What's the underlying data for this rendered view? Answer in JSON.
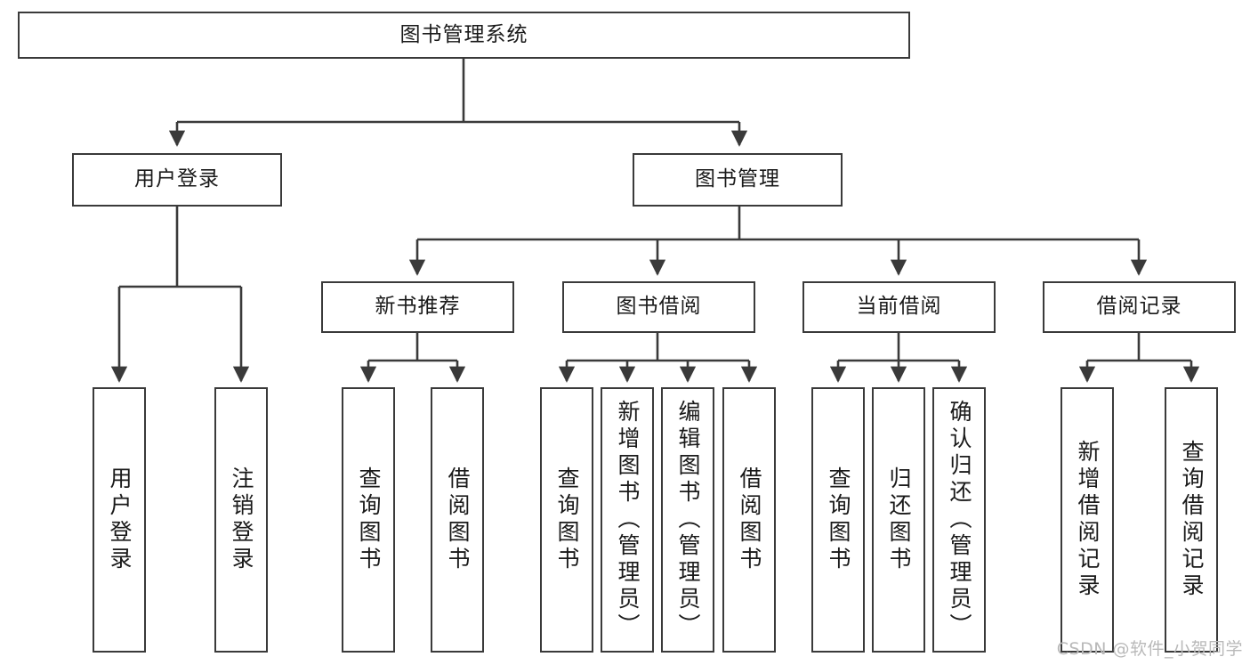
{
  "diagram": {
    "type": "tree",
    "title": "图书管理系统",
    "background_color": "#ffffff",
    "line_color": "#3a3a3a",
    "text_color": "#1a1a1a",
    "watermark": "CSDN @软件_小贺同学",
    "levels": {
      "root": {
        "label": "图书管理系统"
      },
      "level2": [
        {
          "label": "用户登录"
        },
        {
          "label": "图书管理"
        }
      ],
      "level3": [
        {
          "label": "新书推荐"
        },
        {
          "label": "图书借阅"
        },
        {
          "label": "当前借阅"
        },
        {
          "label": "借阅记录"
        }
      ],
      "leaves_user_login": [
        {
          "label": "用户登录"
        },
        {
          "label": "注销登录"
        }
      ],
      "leaves_new_book": [
        {
          "label": "查询图书"
        },
        {
          "label": "借阅图书"
        }
      ],
      "leaves_borrow": [
        {
          "label": "查询图书"
        },
        {
          "label": "新增图书（管理员）"
        },
        {
          "label": "编辑图书（管理员）"
        },
        {
          "label": "借阅图书"
        }
      ],
      "leaves_current": [
        {
          "label": "查询图书"
        },
        {
          "label": "归还图书"
        },
        {
          "label": "确认归还（管理员）"
        }
      ],
      "leaves_records": [
        {
          "label": "新增借阅记录"
        },
        {
          "label": "查询借阅记录"
        }
      ]
    }
  }
}
